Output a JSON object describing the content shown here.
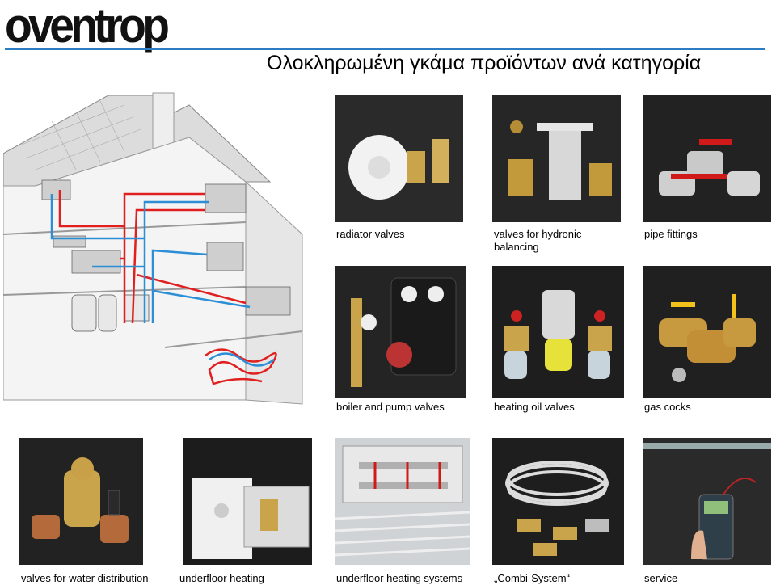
{
  "header": {
    "logo_text": "oventrop",
    "title": "Ολοκληρωμένη γκάμα προϊόντων ανά κατηγορία"
  },
  "colors": {
    "accent_rule": "#2b7cc0",
    "pipe_red": "#e02020",
    "pipe_blue": "#2c8fd6"
  },
  "products": [
    {
      "label": "radiator valves",
      "icon": "radiator-valves-image"
    },
    {
      "label": "valves for hydronic",
      "label_line2": "balancing",
      "icon": "hydronic-balancing-valves-image"
    },
    {
      "label": "pipe fittings",
      "icon": "pipe-fittings-image"
    },
    {
      "label": "boiler and pump valves",
      "icon": "boiler-pump-valves-image"
    },
    {
      "label": "heating oil valves",
      "icon": "heating-oil-valves-image"
    },
    {
      "label": "gas cocks",
      "icon": "gas-cocks-image"
    },
    {
      "label": "valves for water distribution",
      "icon": "water-distribution-valves-image"
    },
    {
      "label": "underfloor heating",
      "icon": "underfloor-heating-image"
    },
    {
      "label": "underfloor heating systems",
      "icon": "underfloor-heating-systems-image"
    },
    {
      "label": "„Combi-System“",
      "icon": "combi-system-image"
    },
    {
      "label": "service",
      "icon": "service-image"
    }
  ]
}
